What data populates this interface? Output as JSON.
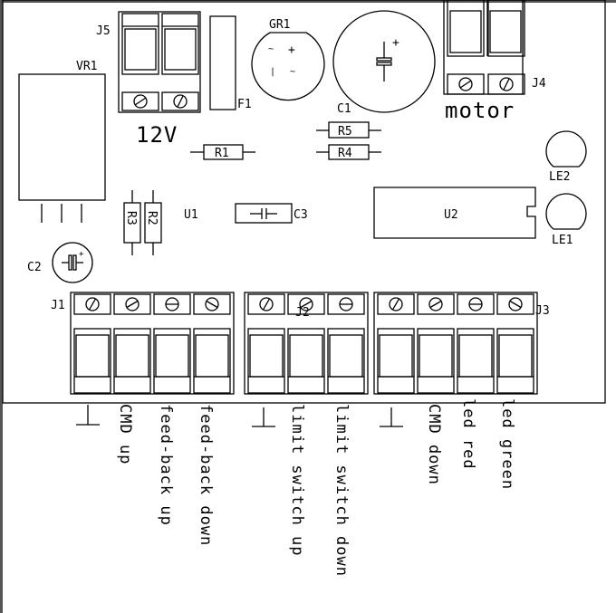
{
  "title": "PCB component layout",
  "components": {
    "J5": "J5",
    "VR1": "VR1",
    "GR1": "GR1",
    "F1": "F1",
    "C1": "C1",
    "R1": "R1",
    "R2": "R2",
    "R3": "R3",
    "R4": "R4",
    "R5": "R5",
    "U1": "U1",
    "U2": "U2",
    "C2": "C2",
    "C3": "C3",
    "J1": "J1",
    "J2": "J2",
    "J3": "J3",
    "J4": "J4",
    "LE1": "LE1",
    "LE2": "LE2"
  },
  "gr1_marks": {
    "ac1": "~",
    "plus": "+",
    "minus": "|",
    "ac2": "~"
  },
  "c1_plus": "+",
  "c2_plus": "+",
  "power_label": "12V",
  "motor_label": "motor",
  "pin_labels": {
    "j1": [
      "CMD up",
      "feed-back up",
      "feed-back down"
    ],
    "j2": [
      "limit switch up",
      "limit switch down"
    ],
    "j3": [
      "CMD down",
      "led red",
      "led green"
    ]
  },
  "colors": {
    "ink": "#000000",
    "frame": "#555555"
  }
}
